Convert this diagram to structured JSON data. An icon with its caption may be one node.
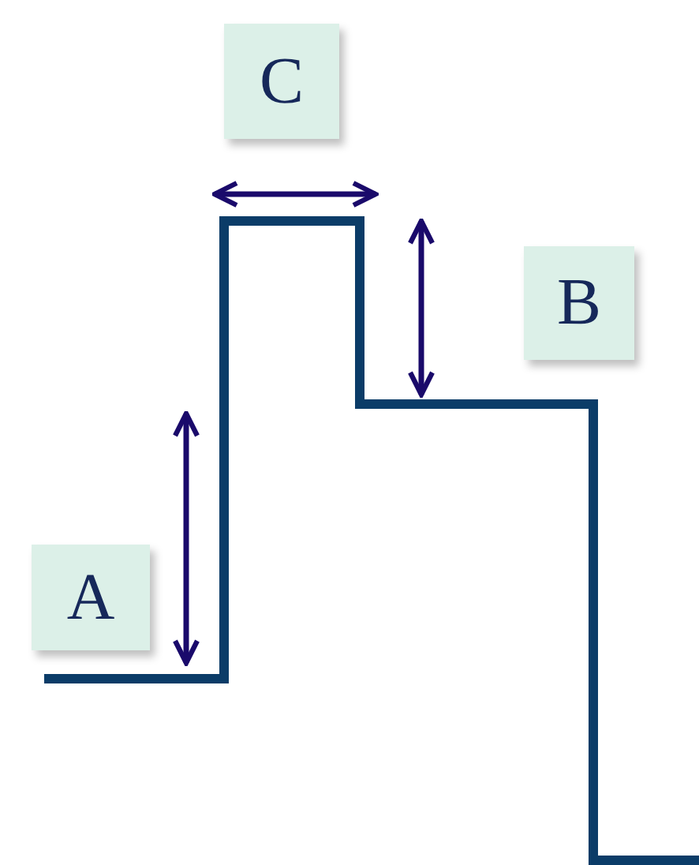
{
  "diagram": {
    "nodes": [
      {
        "text": [
          "C"
        ]
      },
      {
        "text": [
          "B"
        ]
      },
      {
        "text": [
          "A"
        ]
      }
    ]
  }
}
